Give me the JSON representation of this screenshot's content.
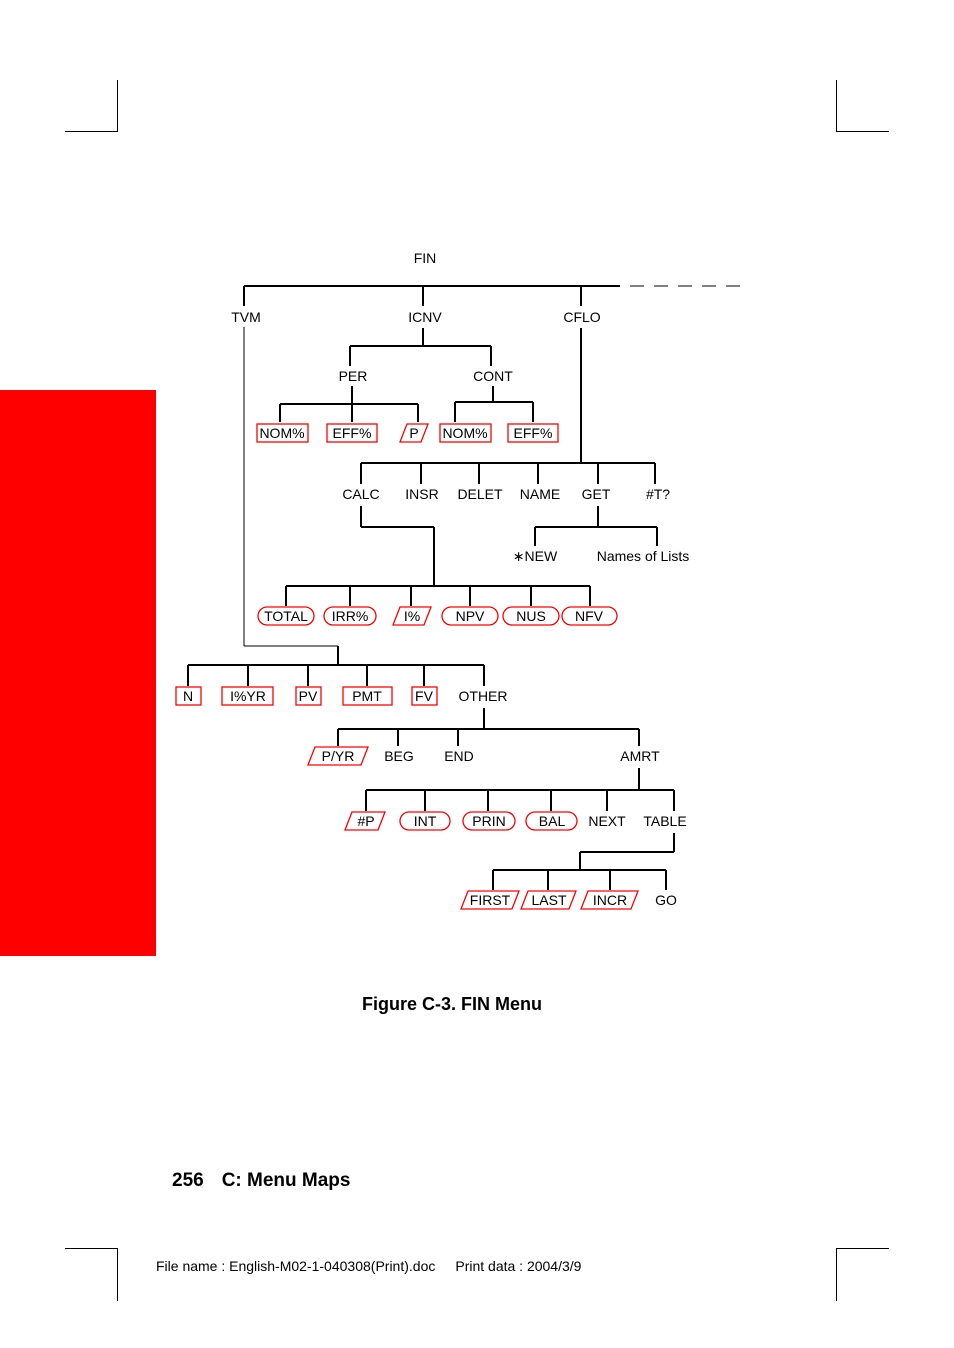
{
  "colors": {
    "accent": "#ff0000",
    "line": "#000000",
    "tab": "#ff0000"
  },
  "diagram": {
    "root": "FIN",
    "level1": {
      "tvm": "TVM",
      "icnv": "ICNV",
      "cflo": "CFLO"
    },
    "icnv": {
      "per": "PER",
      "cont": "CONT",
      "per_items": [
        "NOM%",
        "EFF%",
        "P"
      ],
      "cont_items": [
        "NOM%",
        "EFF%"
      ]
    },
    "cflo_items": [
      "CALC",
      "INSR",
      "DELET",
      "NAME",
      "GET",
      "#T?"
    ],
    "get_items": [
      "∗NEW",
      "Names of Lists"
    ],
    "calc_items": [
      "TOTAL",
      "IRR%",
      "I%",
      "NPV",
      "NUS",
      "NFV"
    ],
    "tvm_items": [
      "N",
      "I%YR",
      "PV",
      "PMT",
      "FV",
      "OTHER"
    ],
    "other_items": [
      "P/YR",
      "BEG",
      "END",
      "AMRT"
    ],
    "amrt_items": [
      "#P",
      "INT",
      "PRIN",
      "BAL",
      "NEXT",
      "TABLE"
    ],
    "table_items": [
      "FIRST",
      "LAST",
      "INCR",
      "GO"
    ]
  },
  "caption": "Figure C-3. FIN Menu",
  "footer": {
    "page_number": "256",
    "section": "C: Menu Maps"
  },
  "file_info": {
    "file_name": "File name : English-M02-1-040308(Print).doc",
    "print_date": "Print data : 2004/3/9"
  }
}
